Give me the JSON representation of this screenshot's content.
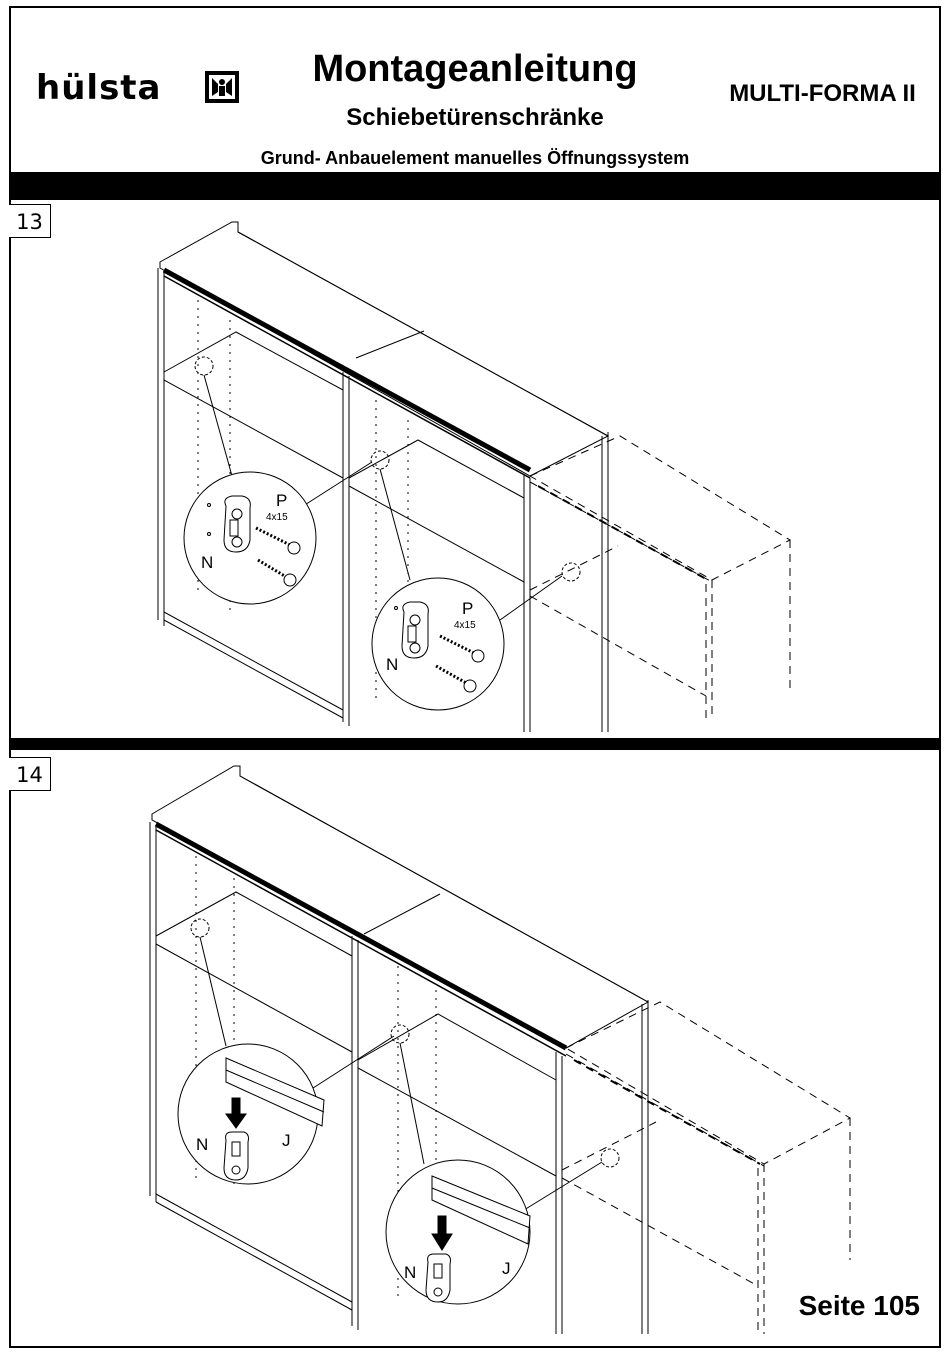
{
  "header": {
    "brand": "hülsta",
    "brand_icon": "huelsta-logo-icon",
    "title": "Montageanleitung",
    "subtitle": "Schiebetürenschränke",
    "product": "MULTI-FORMA II",
    "system": "Grund- Anbauelement manuelles Öffnungssystem"
  },
  "steps": [
    {
      "number": "13",
      "detail_left": {
        "part_screw": "P",
        "screw_size": "4x15",
        "part_bracket": "N"
      },
      "detail_right": {
        "part_screw": "P",
        "screw_size": "4x15",
        "part_bracket": "N"
      }
    },
    {
      "number": "14",
      "detail_left": {
        "part_bracket": "N",
        "part_rail": "J"
      },
      "detail_right": {
        "part_bracket": "N",
        "part_rail": "J"
      }
    }
  ],
  "footer": {
    "page_label": "Seite 105"
  }
}
